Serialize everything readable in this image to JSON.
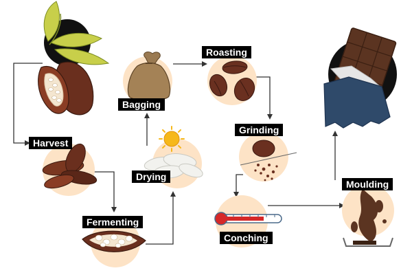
{
  "steps": {
    "harvest": "Harvest",
    "fermenting": "Fermenting",
    "drying": "Drying",
    "bagging": "Bagging",
    "roasting": "Roasting",
    "grinding": "Grinding",
    "conching": "Conching",
    "moulding": "Moulding"
  },
  "colors": {
    "circle": "#fde3c6",
    "label_bg": "#000000",
    "label_text": "#ffffff",
    "arrow": "#333333",
    "cocoa_dark": "#5a2a1a",
    "leaf_green": "#c8cf4a",
    "wrapper_blue": "#2f4a6a",
    "chocolate": "#5b3421"
  }
}
